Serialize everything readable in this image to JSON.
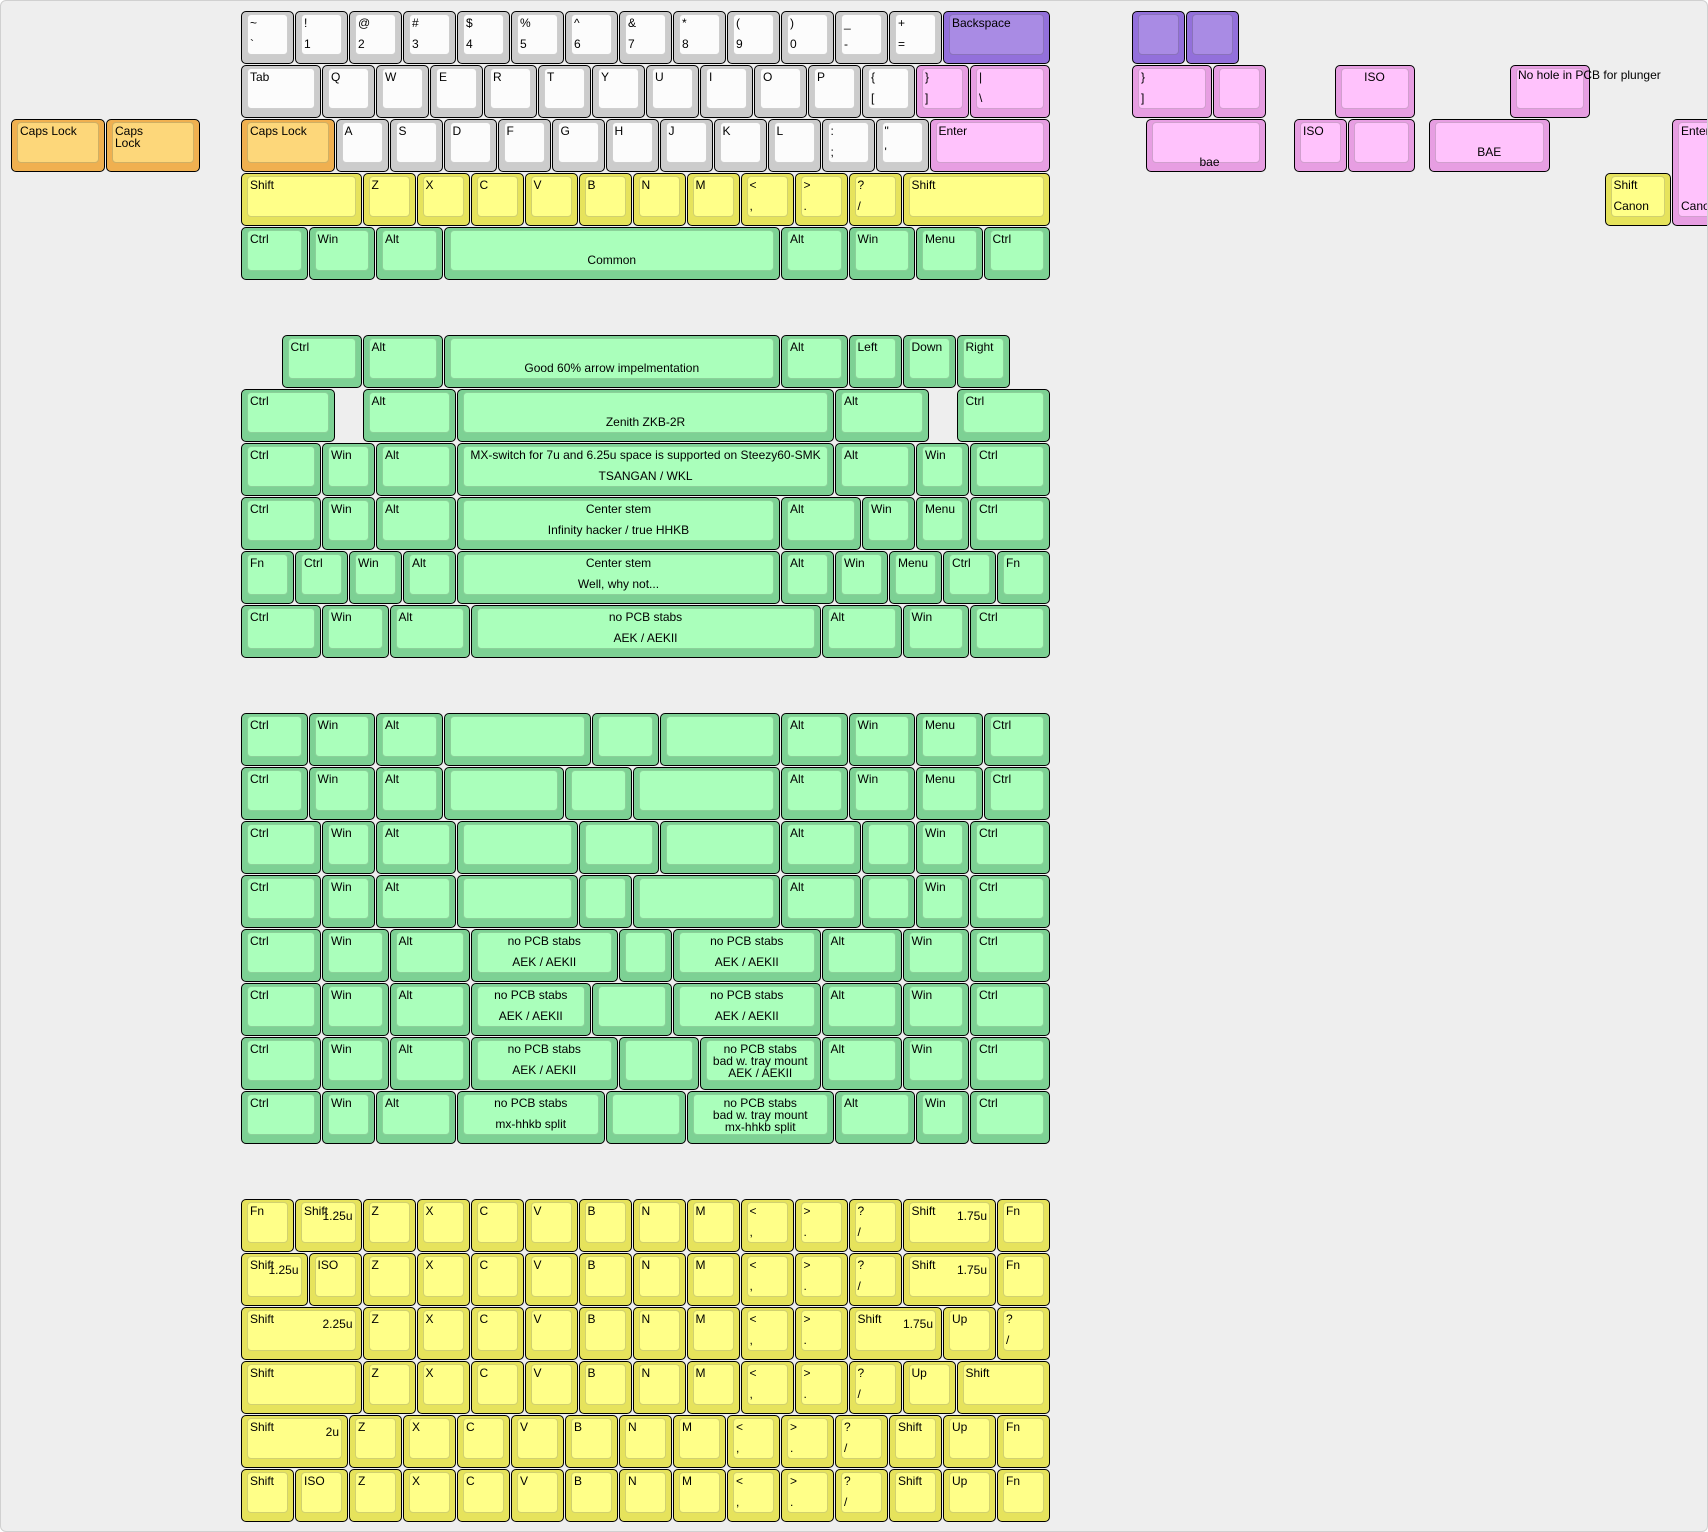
{
  "colors": {
    "white": [
      "#cccccc",
      "#fcfcfc"
    ],
    "orange": [
      "#f0b050",
      "#fdd77a"
    ],
    "purple": [
      "#9370db",
      "#a98be4"
    ],
    "pink": [
      "#e79ee2",
      "#ffc2fc"
    ],
    "yellow": [
      "#e6e35c",
      "#ffff88"
    ],
    "green": [
      "#7dd194",
      "#aaffbb"
    ]
  },
  "labels": {
    "common": "Common",
    "good_arrow": "Good 60% arrow impelmentation",
    "zenith": "Zenith ZKB-2R",
    "mx_switch": "MX-switch for 7u and 6.25u space is supported on Steezy60-SMK",
    "tsangan": "TSANGAN / WKL",
    "center_stem": "Center stem",
    "infinity": "Infinity hacker / true HHKB",
    "why_not": "Well, why not...",
    "no_pcb": "no PCB stabs",
    "aek": "AEK / AEKII",
    "bad_tray": "bad w. tray mount",
    "hhkb_split": "mx-hhkb split",
    "no_hole": "No hole in\nPCB for\nplunger",
    "bae_lower": "bae",
    "bae_upper": "BAE",
    "iso": "ISO",
    "canon": "Canon",
    "enter": "Enter",
    "shift": "Shift",
    "backspace": "Backspace",
    "caps_lock": "Caps Lock",
    "caps_lock_2": "Caps\nLock"
  }
}
